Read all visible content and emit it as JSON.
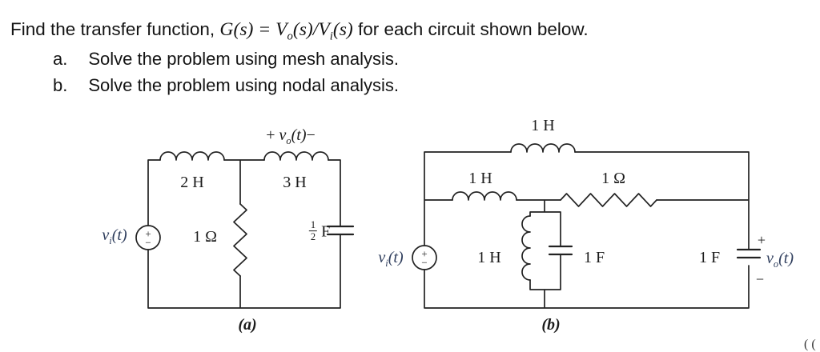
{
  "header": {
    "pre": "Find the transfer function, ",
    "g": "G",
    "g_args": "(s) = ",
    "v_out": "V",
    "v_out_sub": "o",
    "mid": "(s)/",
    "v_in": "V",
    "v_in_sub": "i",
    "v_in_args": "(s)",
    "post": " for each circuit shown below.",
    "items": [
      {
        "label": "a.",
        "text": "Solve the problem using mesh analysis."
      },
      {
        "label": "b.",
        "text": "Solve the problem using nodal analysis."
      }
    ]
  },
  "signs": {
    "plus": "+",
    "minus": "−"
  },
  "circuit_a": {
    "output_plus": "+",
    "output_v": "v",
    "output_sub": "o",
    "output_args": "(t)",
    "output_minus": "−",
    "inductor_left": "2 H",
    "inductor_right": "3 H",
    "resistor": "1 Ω",
    "cap_num": "1",
    "cap_den": "2",
    "cap_unit": "F",
    "source_v": "v",
    "source_sub": "i",
    "source_args": "(t)",
    "caption": "(a)"
  },
  "circuit_b": {
    "inductor_top": "1 H",
    "inductor_inner": "1 H",
    "resistor": "1 Ω",
    "inductor_mid": "1 H",
    "cap_mid": "1 F",
    "cap_right": "1 F",
    "source_v": "v",
    "source_sub": "i",
    "source_args": "(t)",
    "output_plus": "+",
    "output_v": "v",
    "output_sub": "o",
    "output_args": "(t)",
    "output_minus": "−",
    "caption": "(b)"
  },
  "corner_fragment": "( ("
}
